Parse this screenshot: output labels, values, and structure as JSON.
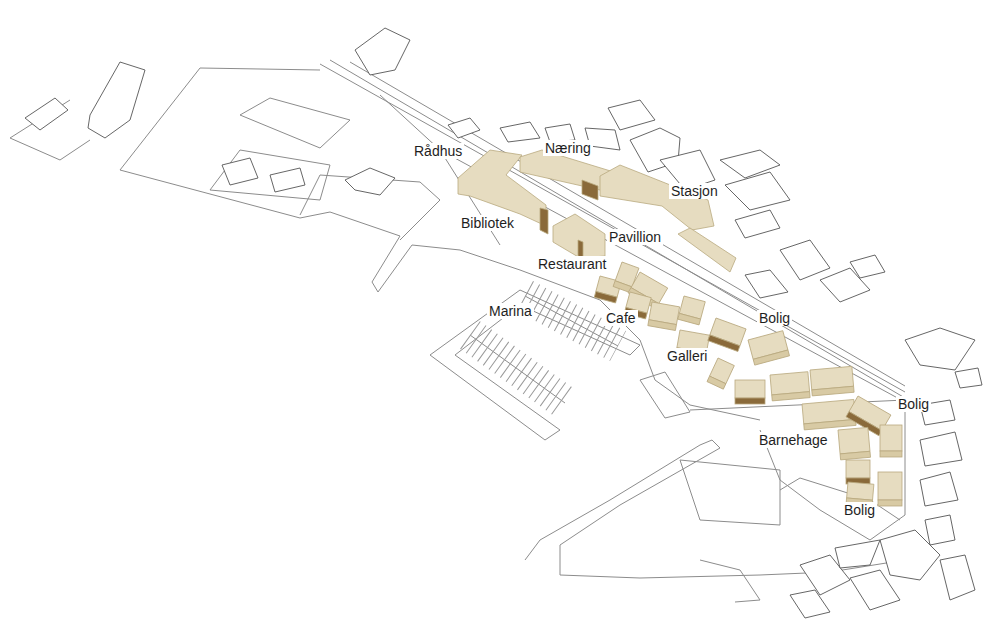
{
  "diagram": {
    "labels": [
      "Rådhus",
      "Næring",
      "Stasjon",
      "Bibliotek",
      "Pavillion",
      "Restaurant",
      "Marina",
      "Cafe",
      "Bolig",
      "Galleri",
      "Bolig",
      "Barnehage",
      "Bolig"
    ]
  }
}
